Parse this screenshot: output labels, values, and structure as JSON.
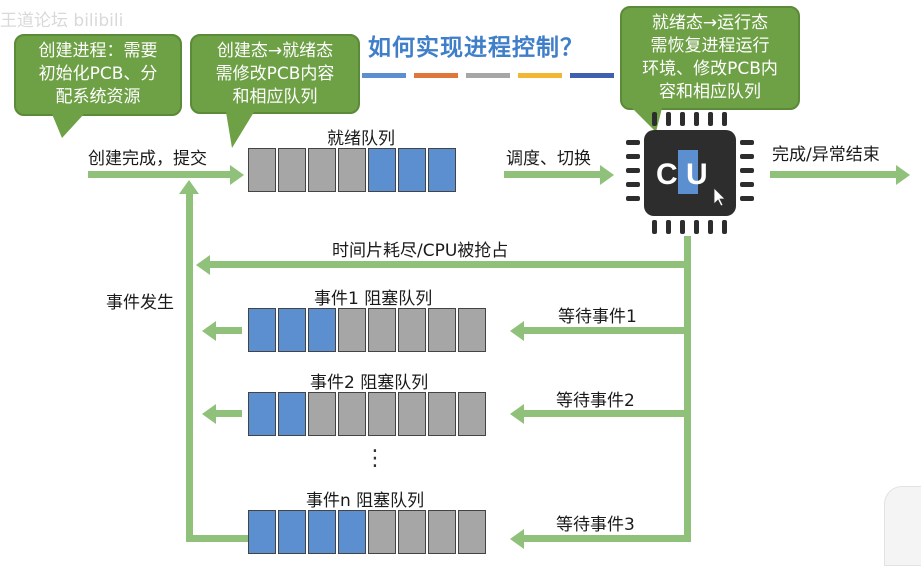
{
  "watermark": "王道论坛 bilibili",
  "title": "如何实现进程控制？",
  "bubbles": {
    "create": [
      "创建进程：需要",
      "初始化PCB、分",
      "配系统资源"
    ],
    "ready": [
      "创建态→就绪态",
      "需修改PCB内容",
      "和相应队列"
    ],
    "run": [
      "就绪态→运行态",
      "需恢复进程运行",
      "环境、修改PCB内",
      "容和相应队列"
    ]
  },
  "labels": {
    "create_done": "创建完成，提交",
    "ready_queue": "就绪队列",
    "dispatch": "调度、切换",
    "finish": "完成/异常结束",
    "timeslice": "时间片耗尽/CPU被抢占",
    "event_occur": "事件发生",
    "block_queue_1": "事件1 阻塞队列",
    "block_queue_2": "事件2 阻塞队列",
    "block_queue_n": "事件n 阻塞队列",
    "wait_1": "等待事件1",
    "wait_2": "等待事件2",
    "wait_3": "等待事件3",
    "ellipsis": "⋮",
    "cpu_letters": "C U"
  },
  "colors": {
    "green_bubble": "#6ea046",
    "arrow_green": "#8fc17a",
    "queue_blue": "#5b8fd0",
    "queue_gray": "#a6a6a6",
    "title_blue": "#3f7ec8",
    "chip_dark": "#2d2d2d"
  },
  "queues": {
    "ready": [
      "gray",
      "gray",
      "gray",
      "gray",
      "blue",
      "blue",
      "blue"
    ],
    "block1": [
      "blue",
      "blue",
      "blue",
      "gray",
      "gray",
      "gray",
      "gray",
      "gray"
    ],
    "block2": [
      "blue",
      "blue",
      "gray",
      "gray",
      "gray",
      "gray",
      "gray",
      "gray"
    ],
    "blockn": [
      "blue",
      "blue",
      "blue",
      "blue",
      "gray",
      "gray",
      "gray",
      "gray"
    ]
  },
  "title_underline_colors": [
    "#5b8fd0",
    "#e0763a",
    "#a6a6a6",
    "#f2b632",
    "#3f5fb0",
    "#6ea046"
  ]
}
